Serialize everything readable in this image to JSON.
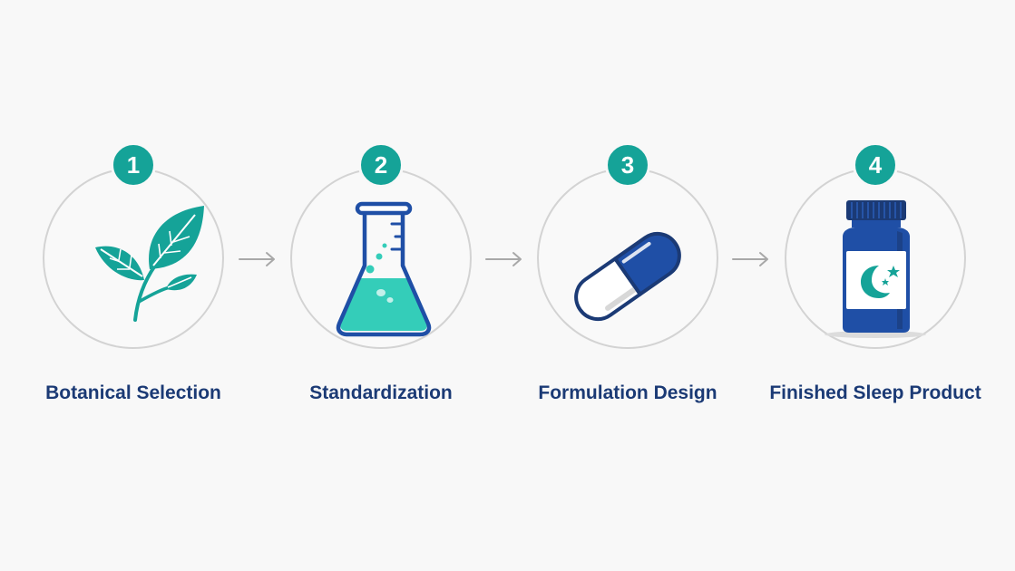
{
  "steps": [
    {
      "number": "1",
      "label": "Botanical Selection",
      "icon": "leaf-icon"
    },
    {
      "number": "2",
      "label": "Standardization",
      "icon": "flask-icon"
    },
    {
      "number": "3",
      "label": "Formulation Design",
      "icon": "capsule-icon"
    },
    {
      "number": "4",
      "label": "Finished Sleep Product",
      "icon": "bottle-icon"
    }
  ],
  "colors": {
    "teal": "#15a398",
    "navy": "#1b3a75",
    "capsule_blue": "#1f4fa6",
    "circle_border": "#d3d3d3",
    "arrow": "#a8a8a8"
  }
}
